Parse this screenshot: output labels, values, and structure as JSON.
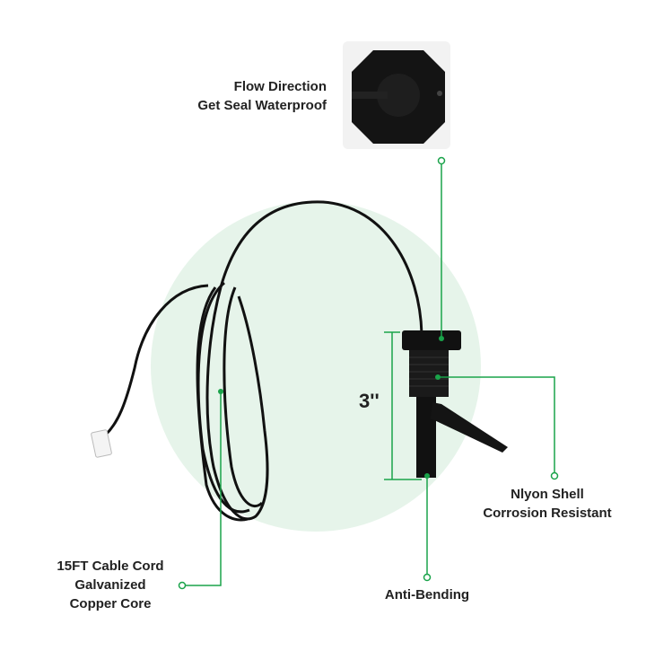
{
  "colors": {
    "accent": "#1aa34a",
    "circle": "#e6f4ea",
    "product": "#111111"
  },
  "callouts": {
    "flow": {
      "line1": "Flow Direction",
      "line2": "Get Seal Waterproof"
    },
    "shell": {
      "line1": "Nlyon Shell",
      "line2": "Corrosion Resistant"
    },
    "bending": {
      "line1": "Anti-Bending"
    },
    "cable": {
      "line1": "15FT Cable Cord",
      "line2": "Galvanized",
      "line3": "Copper Core"
    }
  },
  "dimension": {
    "label": "3''"
  }
}
